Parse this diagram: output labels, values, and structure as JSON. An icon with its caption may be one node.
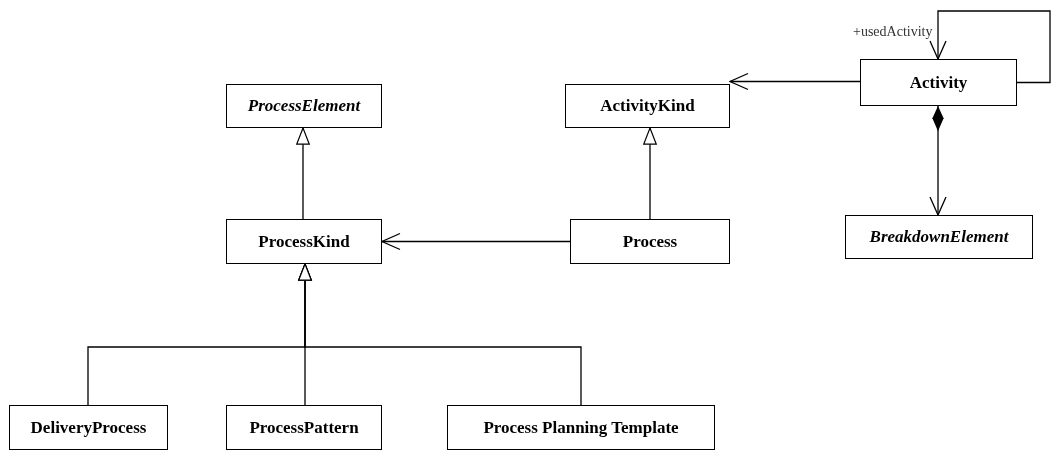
{
  "diagram": {
    "nodes": [
      {
        "text": [
          "ProcessElement"
        ]
      },
      {
        "text": [
          "ActivityKind"
        ]
      },
      {
        "text": [
          "Activity"
        ]
      },
      {
        "text": [
          "ProcessKind"
        ]
      },
      {
        "text": [
          "Process"
        ]
      },
      {
        "text": [
          "BreakdownElement"
        ]
      },
      {
        "text": [
          "DeliveryProcess"
        ]
      },
      {
        "text": [
          "ProcessPattern"
        ]
      },
      {
        "text": [
          "Process Planning Template"
        ]
      }
    ],
    "edges": [
      {
        "from": 3,
        "to": 0,
        "arrow": "to"
      },
      {
        "from": 4,
        "to": 1,
        "arrow": "to"
      },
      {
        "from": 4,
        "to": 3,
        "arrow": "to"
      },
      {
        "from": 2,
        "to": 1,
        "arrow": "to"
      },
      {
        "from": 2,
        "to": 5,
        "arrow": "to"
      },
      {
        "from": 2,
        "to": 2,
        "arrow": "to",
        "label": "+usedActivity"
      },
      {
        "from": 6,
        "to": 3,
        "arrow": "to"
      },
      {
        "from": 7,
        "to": 3,
        "arrow": "to"
      },
      {
        "from": 8,
        "to": 3,
        "arrow": "to"
      }
    ]
  }
}
